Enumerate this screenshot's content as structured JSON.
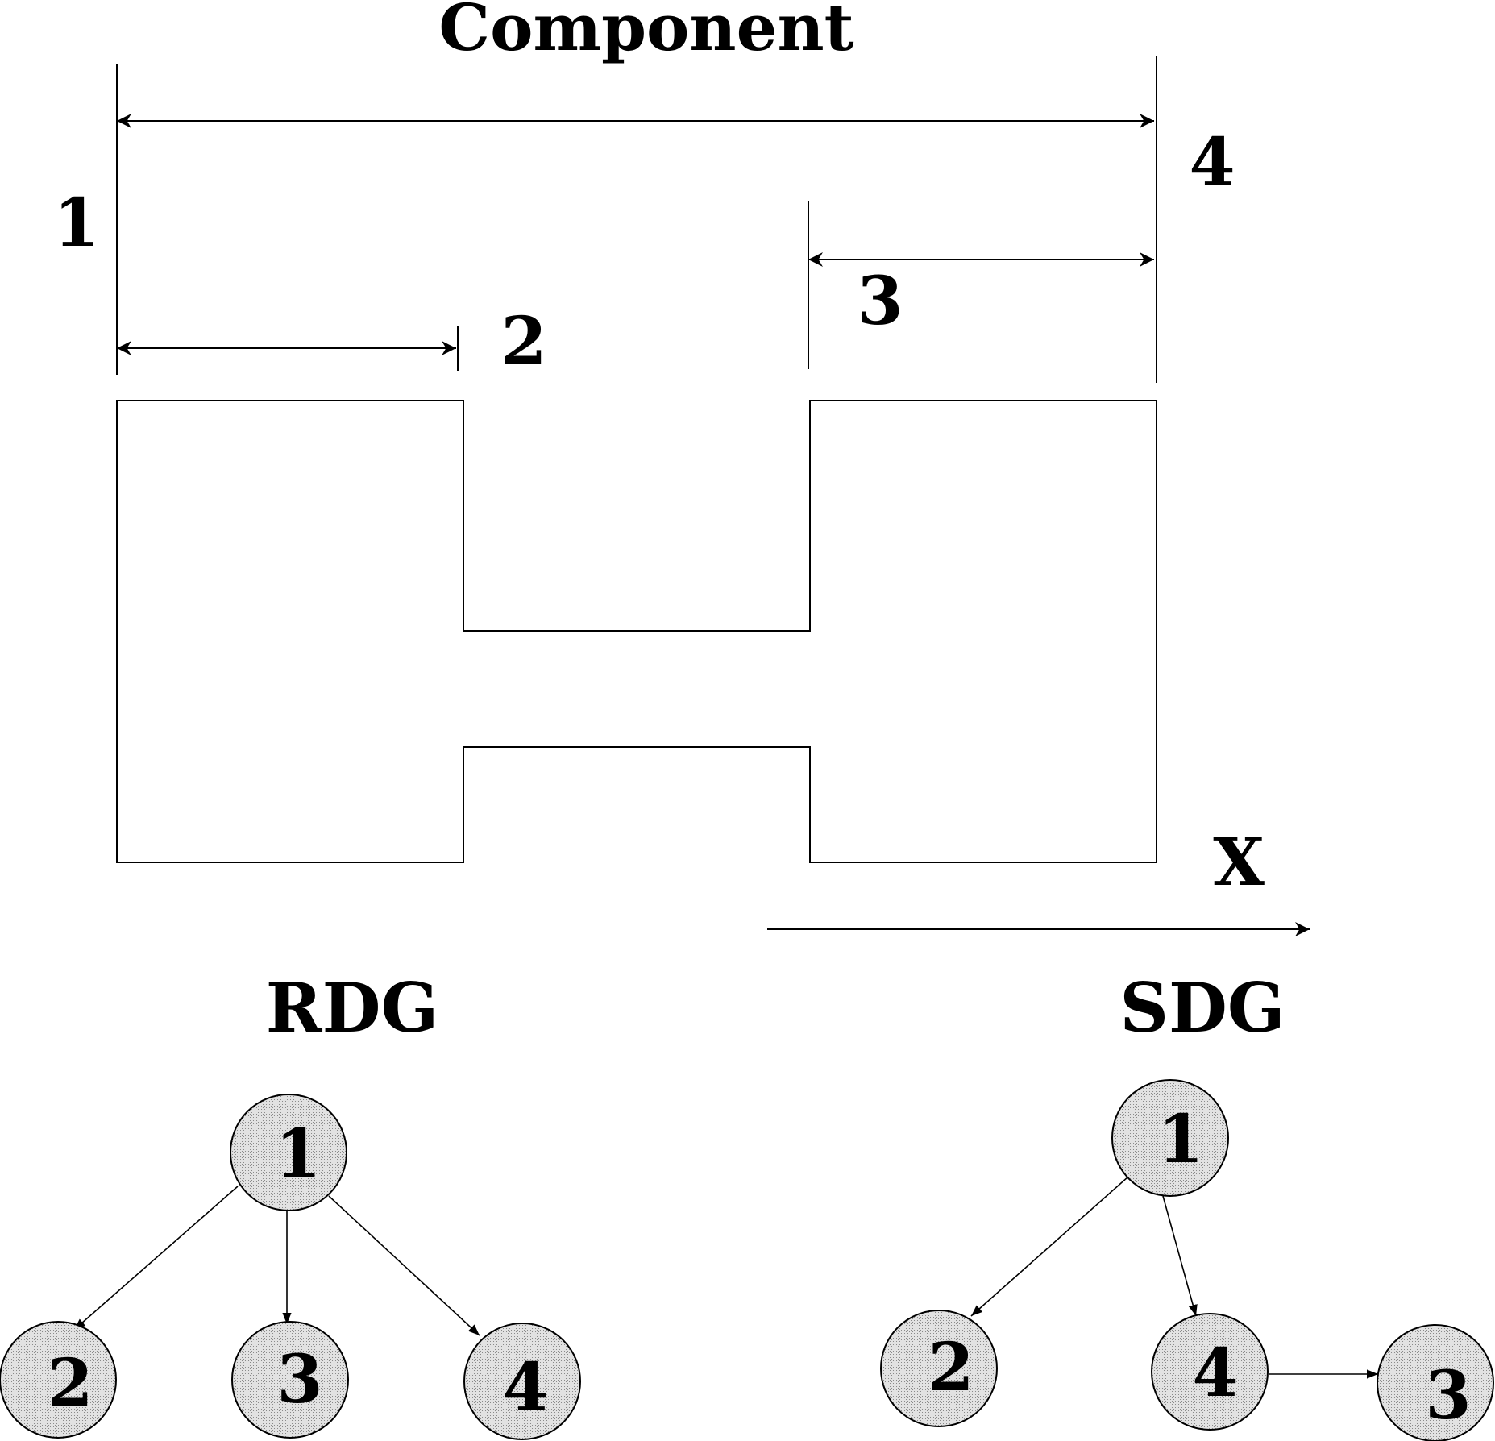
{
  "labels": {
    "component": "Component",
    "rdg": "RDG",
    "sdg": "SDG",
    "x_axis": "X",
    "dim_1": "1",
    "dim_2": "2",
    "dim_3": "3",
    "dim_4": "4"
  },
  "rdg": {
    "nodes": [
      {
        "id": "1",
        "label": "1"
      },
      {
        "id": "2",
        "label": "2"
      },
      {
        "id": "3",
        "label": "3"
      },
      {
        "id": "4",
        "label": "4"
      }
    ],
    "edges": [
      {
        "from": "1",
        "to": "2"
      },
      {
        "from": "1",
        "to": "3"
      },
      {
        "from": "1",
        "to": "4"
      }
    ]
  },
  "sdg": {
    "nodes": [
      {
        "id": "1",
        "label": "1"
      },
      {
        "id": "2",
        "label": "2"
      },
      {
        "id": "4",
        "label": "4"
      },
      {
        "id": "3",
        "label": "3"
      }
    ],
    "edges": [
      {
        "from": "1",
        "to": "2"
      },
      {
        "from": "1",
        "to": "4"
      },
      {
        "from": "4",
        "to": "3"
      }
    ]
  },
  "colors": {
    "line": "#000000",
    "node_fill": "#d8d8d8",
    "background": "#ffffff"
  }
}
